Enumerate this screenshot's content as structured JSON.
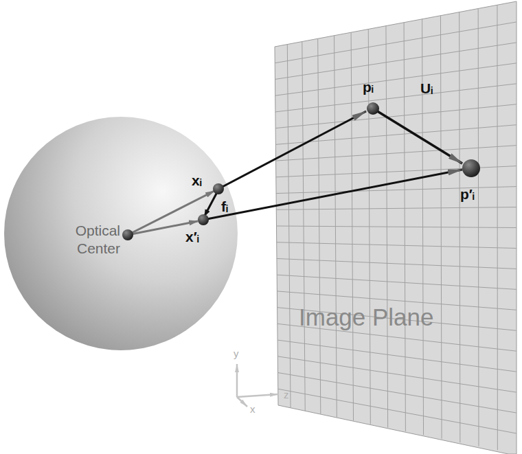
{
  "diagram": {
    "labels": [
      "Optical Center",
      "xᵢ",
      "fᵢ",
      "x′ᵢ",
      "pᵢ",
      "Uᵢ",
      "p′ᵢ",
      "Image Plane",
      "y",
      "z",
      "x"
    ]
  }
}
